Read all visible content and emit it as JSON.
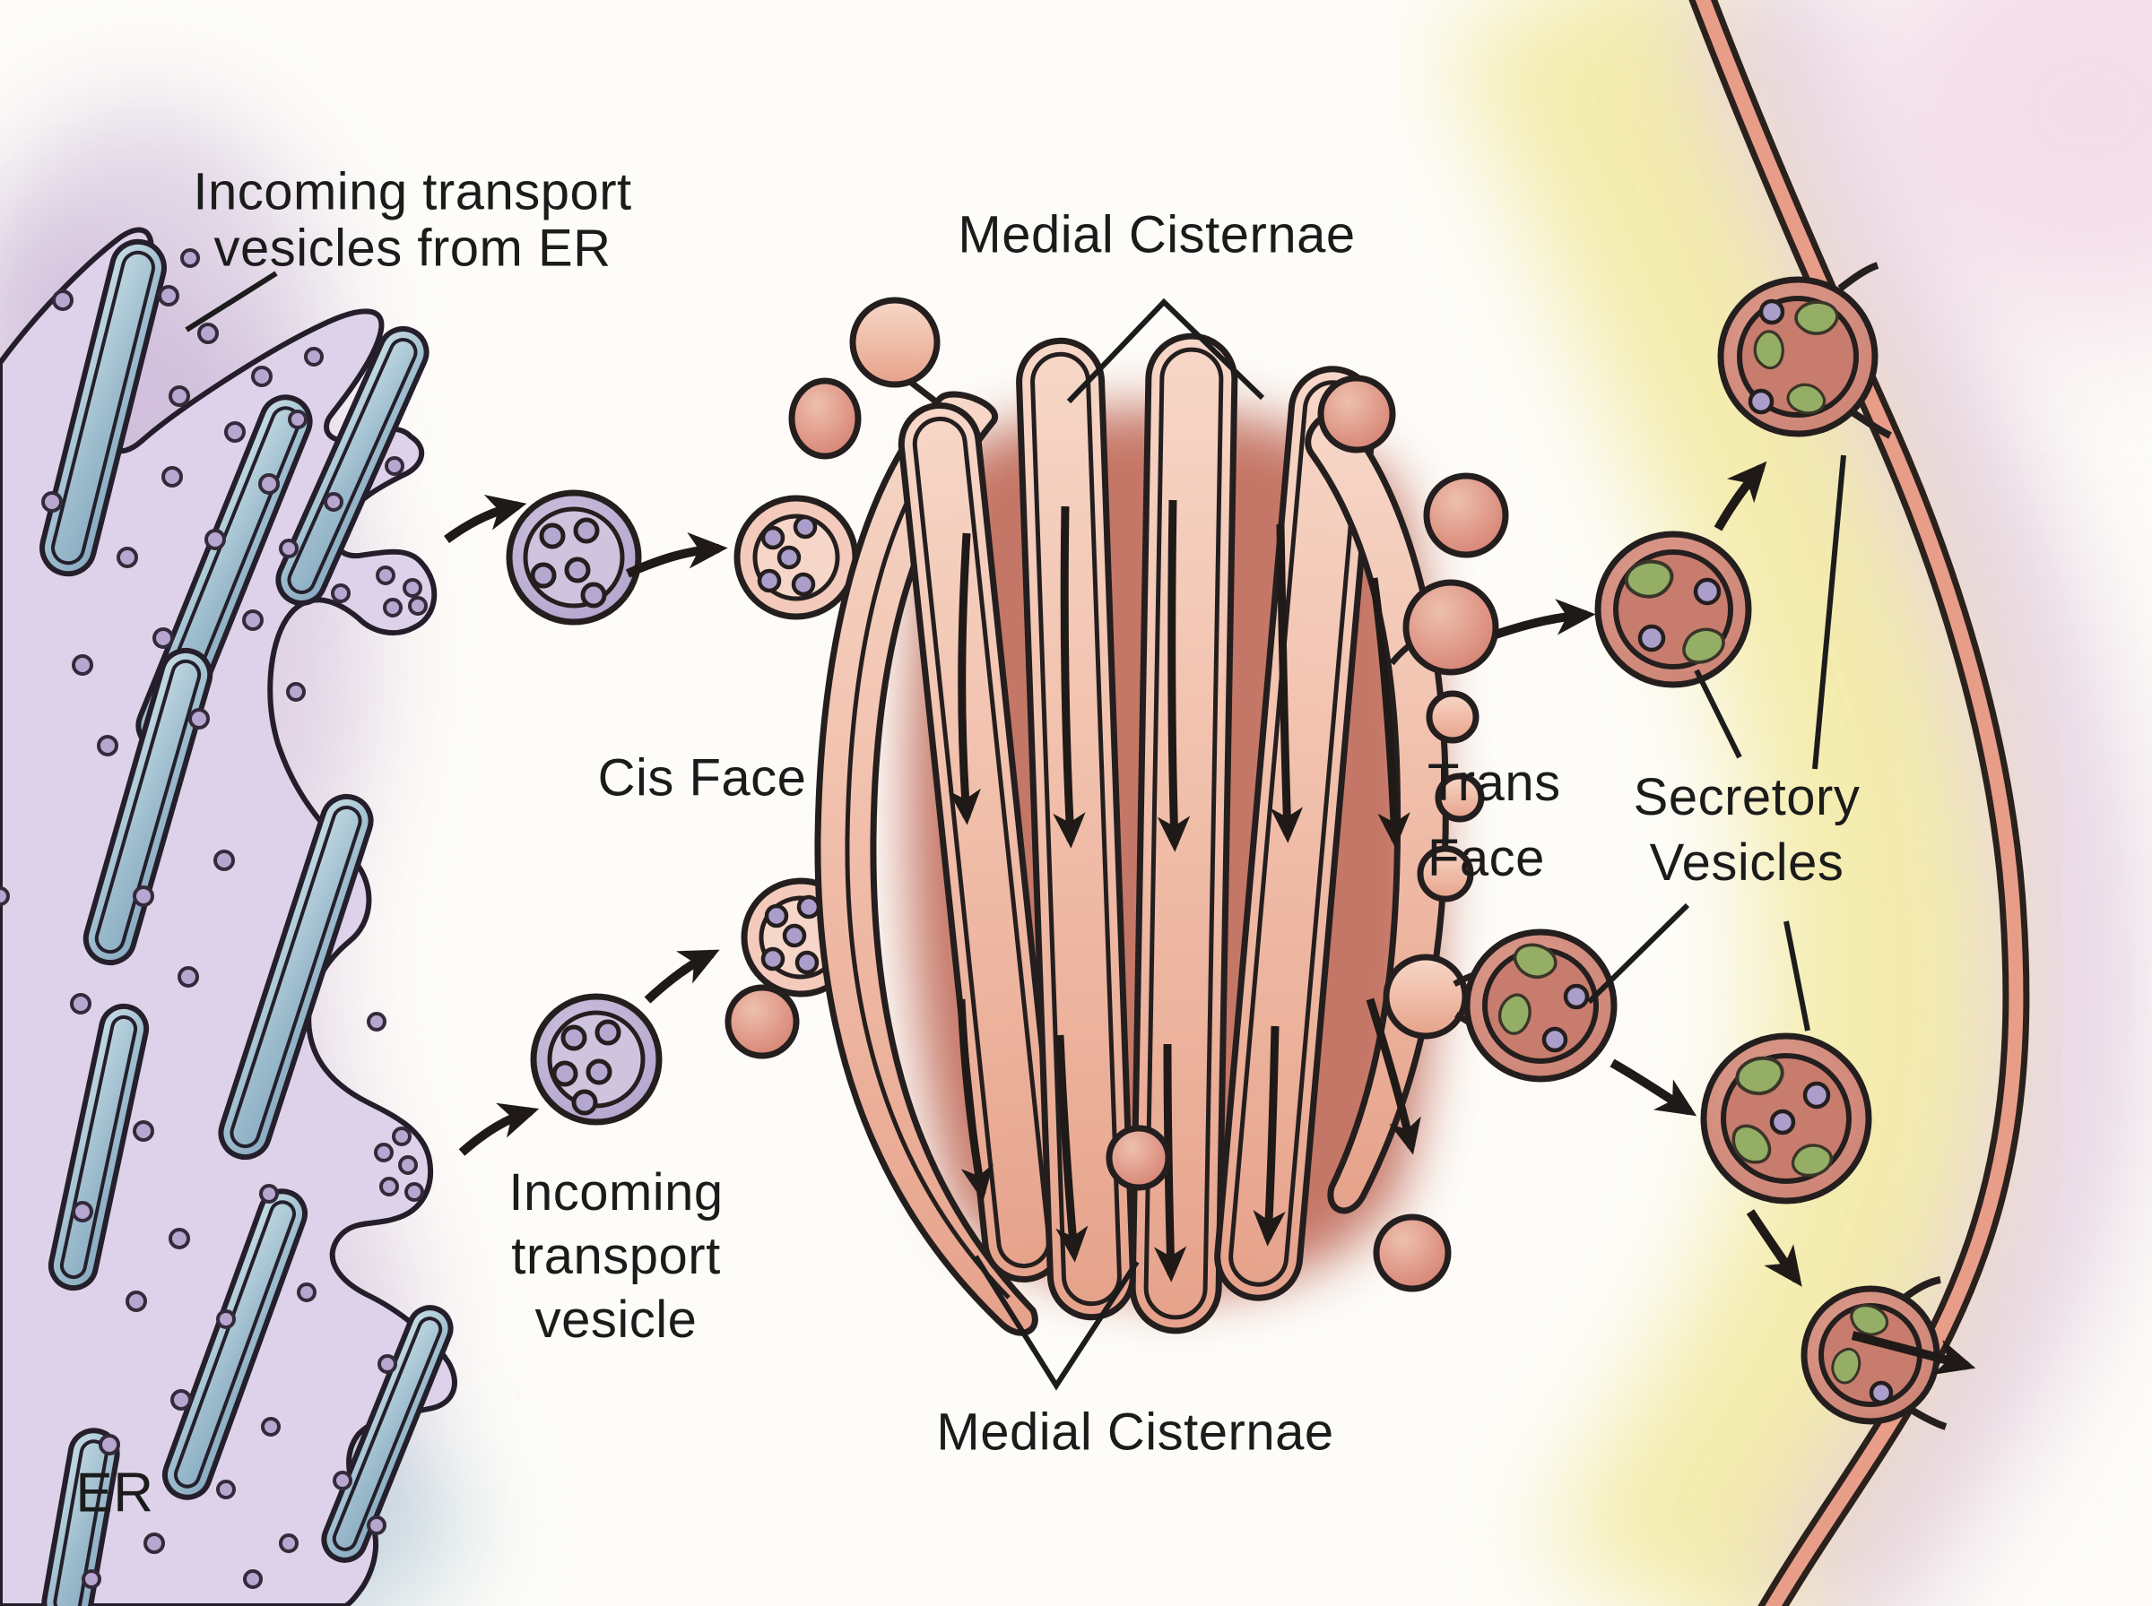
{
  "figure": {
    "title": "Golgi apparatus watercolor diagram",
    "type": "biology-illustration"
  },
  "labels": {
    "incoming_vesicles_er": {
      "line1": "Incoming transport",
      "line2": "vesicles from ER"
    },
    "medial_cisternae_top": "Medial Cisternae",
    "cis_face": "Cis Face",
    "trans_face": {
      "line1": "Trans",
      "line2": "Face"
    },
    "secretory_vesicles": {
      "line1": "Secretory",
      "line2": "Vesicles"
    },
    "incoming_vesicle": {
      "line1": "Incoming",
      "line2": "transport",
      "line3": "vesicle"
    },
    "medial_cisternae_bottom": "Medial Cisternae",
    "er": "ER"
  },
  "colors": {
    "background": "#fdfcf8",
    "outline": "#241e1e",
    "text": "#1b1b1b",
    "er_matrix": "#ded2ea",
    "er_tubule_blue": "#9cbccd",
    "ribosome_dot": "#b7a6d0",
    "transport_vesicle_purple": "#b2a7ce",
    "golgi_cisterna_pale": "#f4cdbc",
    "golgi_shadow_red": "#c2705f",
    "plain_vesicle_salmon": "#dd9282",
    "secretory_vesicle_red": "#c87c6d",
    "secretory_cargo_green": "#94ae66",
    "cargo_dot_purple": "#ab9ecb",
    "membrane_salmon": "#e79d88",
    "wash_yellow": "#f2e89c",
    "wash_purple": "#c9b2d6",
    "wash_outer_lavender": "#dcc0da",
    "wash_corner_pink": "#f3d9e7"
  }
}
